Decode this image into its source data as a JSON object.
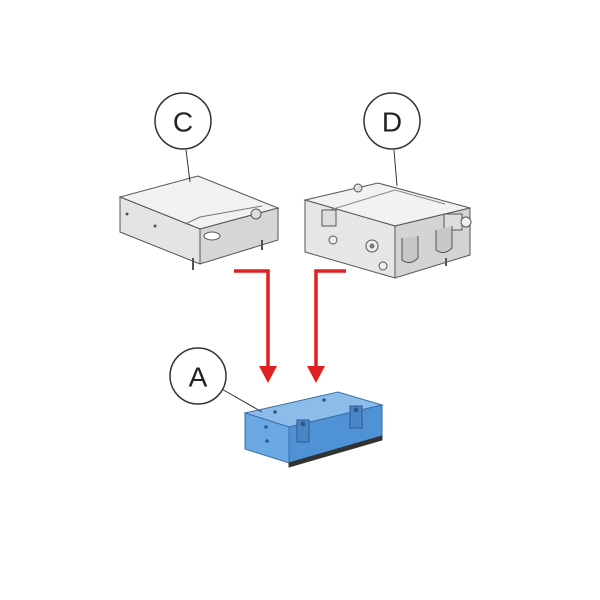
{
  "callouts": {
    "c": {
      "label": "C"
    },
    "d": {
      "label": "D"
    },
    "a": {
      "label": "A"
    }
  },
  "colors": {
    "arrow": "#e02020",
    "part_a_fill": "#6aa9e4",
    "part_a_dark": "#3f86cf",
    "outline": "#555555",
    "gray_fill": "#ececec",
    "gray_dark": "#cfcfcf"
  }
}
